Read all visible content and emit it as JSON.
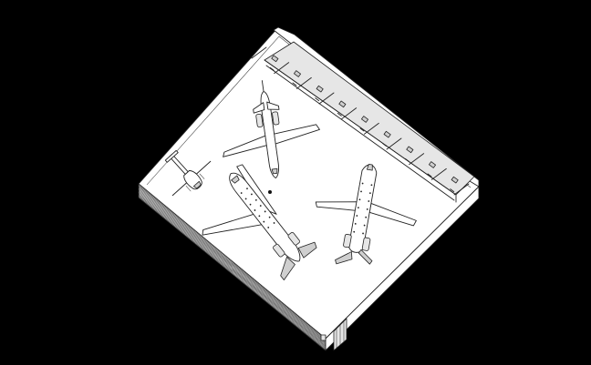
{
  "canvas": {
    "background": "#000000",
    "drawing_fill": "#ffffff",
    "line_color": "#222222"
  },
  "drawing": {
    "aircraft": [
      {
        "id": "jet-top",
        "kind": "business-jet"
      },
      {
        "id": "jet-center",
        "kind": "business-jet"
      },
      {
        "id": "jet-right",
        "kind": "business-jet"
      },
      {
        "id": "helicopter",
        "kind": "helicopter"
      }
    ],
    "office_rooms": 9,
    "hangar_door_panels": 11
  }
}
